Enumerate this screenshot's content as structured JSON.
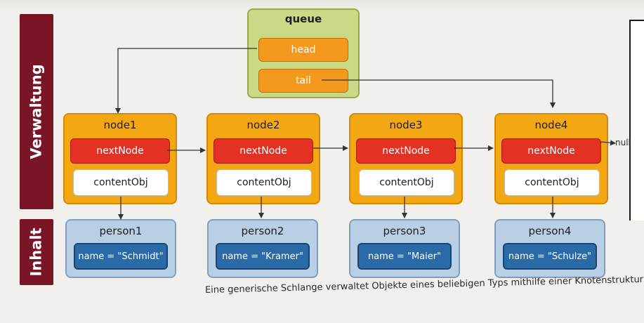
{
  "side_labels": {
    "management": "Verwaltung",
    "content": "Inhalt"
  },
  "queue": {
    "title": "queue",
    "head": "head",
    "tail": "tail"
  },
  "nodes": [
    {
      "title": "node1",
      "next": "nextNode",
      "content": "contentObj"
    },
    {
      "title": "node2",
      "next": "nextNode",
      "content": "contentObj"
    },
    {
      "title": "node3",
      "next": "nextNode",
      "content": "contentObj"
    },
    {
      "title": "node4",
      "next": "nextNode",
      "content": "contentObj"
    }
  ],
  "persons": [
    {
      "title": "person1",
      "name": "name = \"Schmidt\""
    },
    {
      "title": "person2",
      "name": "name = \"Kramer\""
    },
    {
      "title": "person3",
      "name": "name = \"Maier\""
    },
    {
      "title": "person4",
      "name": "name = \"Schulze\""
    }
  ],
  "null_label": "null",
  "caption": "Eine generische Schlange verwaltet Objekte eines beliebigen Typs mithilfe einer Knotenstruktur",
  "colors": {
    "label_bar": "#7a1427",
    "queue_fill": "#c9d986",
    "node_fill": "#f3a712",
    "next_field": "#e53024",
    "person_fill": "#b9cfe4",
    "name_field": "#2a6aa6"
  }
}
